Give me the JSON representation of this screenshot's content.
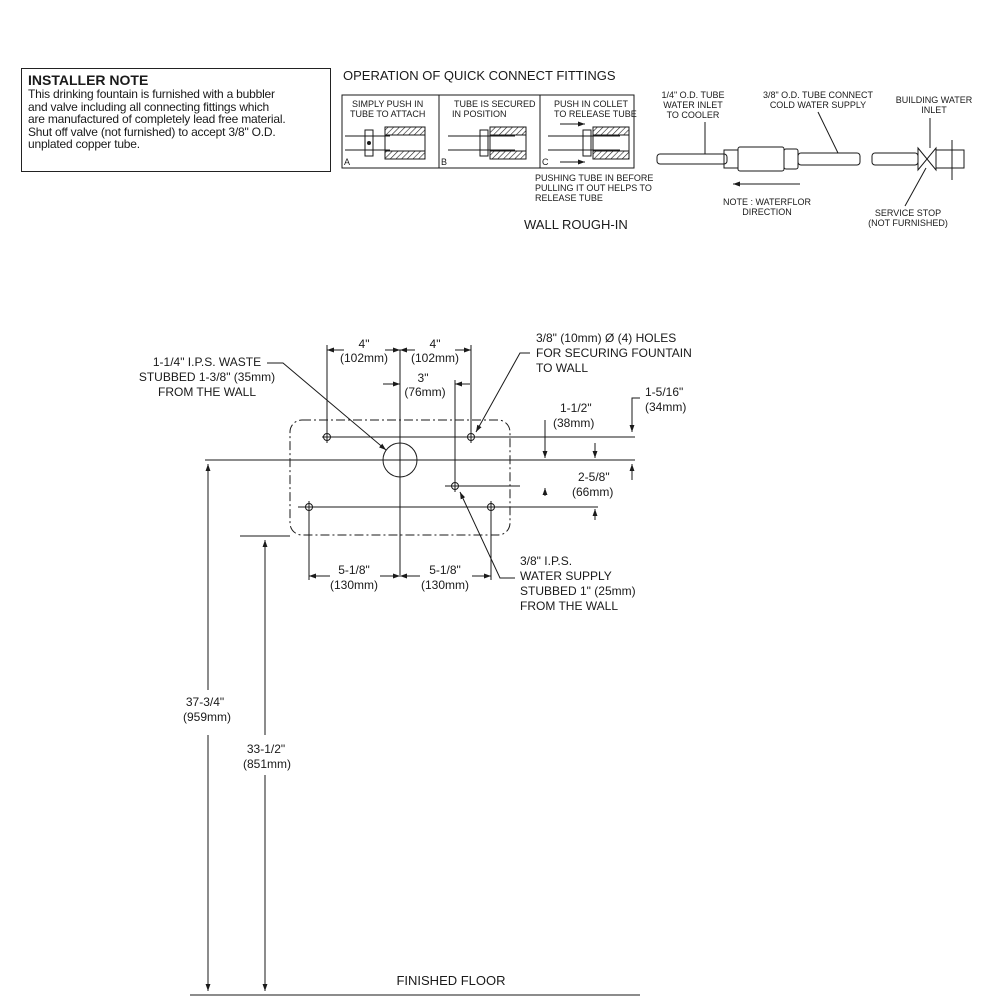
{
  "installer_note": {
    "title": "INSTALLER NOTE",
    "lines": [
      "This drinking fountain is furnished with a bubbler",
      "and valve including all connecting fittings which",
      "are manufactured of completely lead free material.",
      "Shut off valve (not furnished) to accept 3/8\" O.D.",
      "unplated copper tube."
    ]
  },
  "quick_connect": {
    "title": "OPERATION OF QUICK CONNECT FITTINGS",
    "panels": [
      {
        "letter": "A",
        "line1": "SIMPLY PUSH IN",
        "line2": "TUBE TO ATTACH"
      },
      {
        "letter": "B",
        "line1": "TUBE IS SECURED",
        "line2": "IN POSITION"
      },
      {
        "letter": "C",
        "line1": "PUSH IN COLLET",
        "line2": "TO RELEASE TUBE"
      }
    ],
    "footnote": [
      "PUSHING TUBE IN BEFORE",
      "PULLING IT OUT HELPS TO",
      "RELEASE TUBE"
    ]
  },
  "supply": {
    "inlet_label": [
      "1/4\" O.D. TUBE",
      "WATER INLET",
      "TO COOLER"
    ],
    "connect_label": [
      "3/8\" O.D. TUBE CONNECT",
      "COLD WATER SUPPLY"
    ],
    "building_label": [
      "BUILDING WATER",
      "INLET"
    ],
    "flow_note": [
      "NOTE : WATERFLOR",
      "DIRECTION"
    ],
    "stop_label": [
      "SERVICE STOP",
      "(NOT FURNISHED)"
    ]
  },
  "rough_in": {
    "title": "WALL ROUGH-IN",
    "waste_label": [
      "1-1/4\" I.P.S. WASTE",
      "STUBBED 1-3/8\" (35mm)",
      "FROM THE WALL"
    ],
    "holes_label": [
      "3/8\" (10mm) Ø (4) HOLES",
      "FOR SECURING FOUNTAIN",
      "TO WALL"
    ],
    "supply_label": [
      "3/8\" I.P.S.",
      "WATER SUPPLY",
      "STUBBED 1\" (25mm)",
      "FROM THE WALL"
    ],
    "dim_left_4": [
      "4\"",
      "(102mm)"
    ],
    "dim_right_4": [
      "4\"",
      "(102mm)"
    ],
    "dim_3": [
      "3\"",
      "(76mm)"
    ],
    "dim_1_5_16": [
      "1-5/16\"",
      "(34mm)"
    ],
    "dim_1_1_2": [
      "1-1/2\"",
      "(38mm)"
    ],
    "dim_2_5_8": [
      "2-5/8\"",
      "(66mm)"
    ],
    "dim_5_1_8_left": [
      "5-1/8\"",
      "(130mm)"
    ],
    "dim_5_1_8_right": [
      "5-1/8\"",
      "(130mm)"
    ],
    "dim_37_3_4": [
      "37-3/4\"",
      "(959mm)"
    ],
    "dim_33_1_2": [
      "33-1/2\"",
      "(851mm)"
    ],
    "floor_label": "FINISHED FLOOR"
  }
}
